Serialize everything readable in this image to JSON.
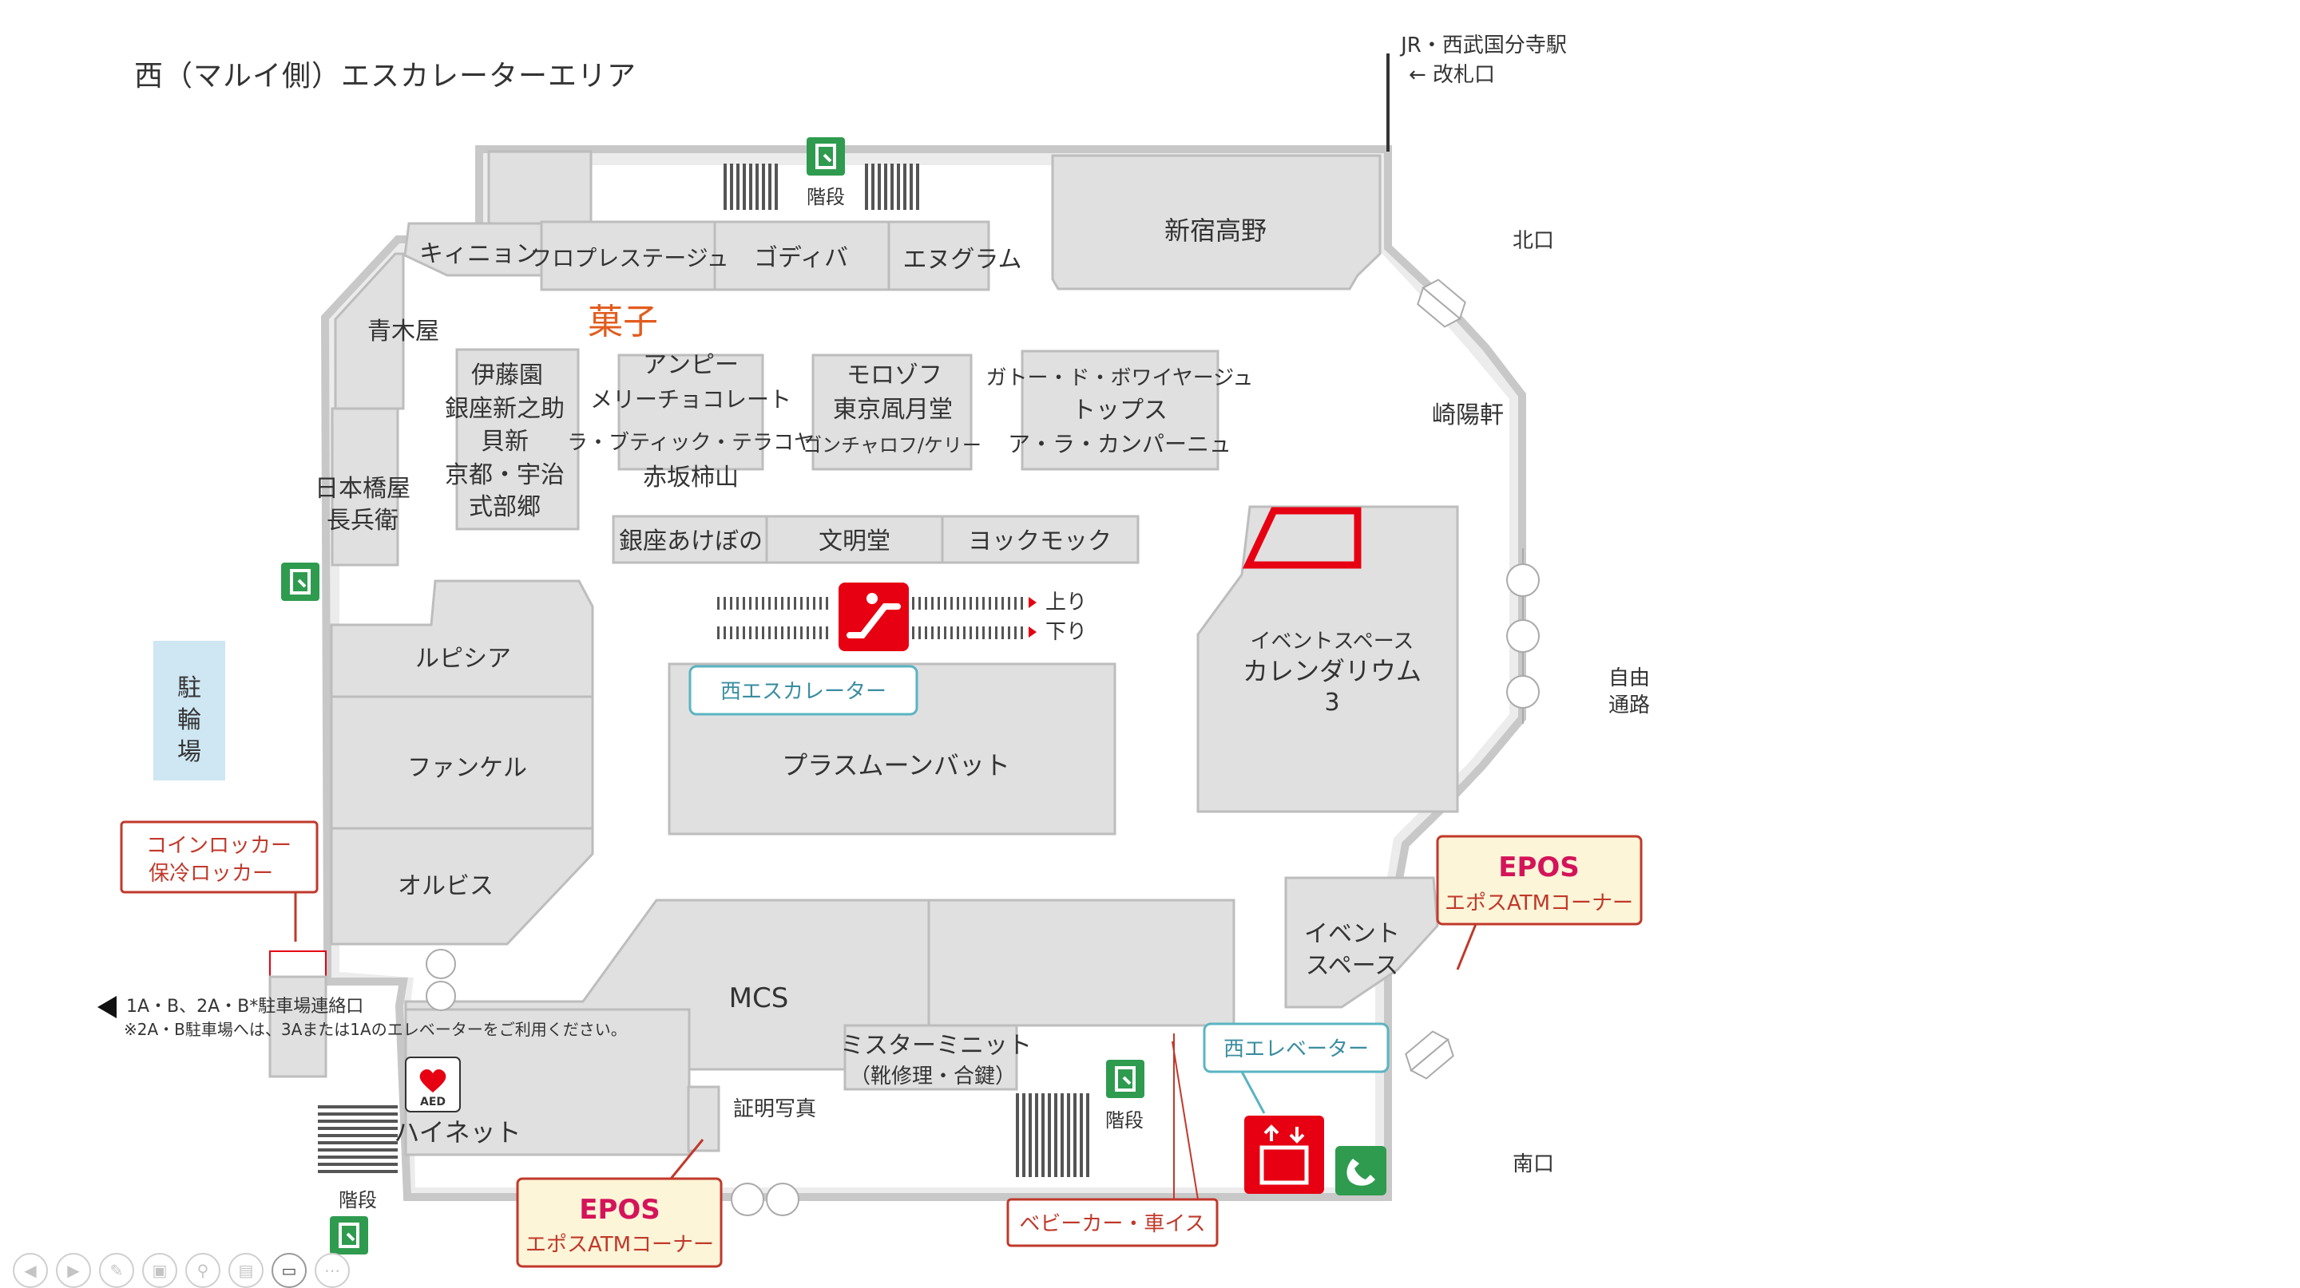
{
  "title": "西（マルイ側）エスカレーターエリア",
  "north_link": {
    "line1": "JR・西武国分寺駅",
    "line2": "← 改札口"
  },
  "exits": {
    "north": "北口",
    "south": "南口",
    "free_passage_1": "自由",
    "free_passage_2": "通路"
  },
  "category_label": "菓子",
  "stairs_label": "階段",
  "stores": {
    "kiinyon": "キィニョン",
    "flopre": "フロプレステージュ",
    "godiva": "ゴディバ",
    "enugram": "エヌグラム",
    "shinjuku_takano": "新宿高野",
    "aokiya": "青木屋",
    "itoen": [
      "伊藤園",
      "銀座新之助",
      "貝新",
      "京都・宇治",
      "式部郷"
    ],
    "ampi": [
      "アンピー",
      "メリーチョコレート",
      "ラ・ブティック・テラコヤ",
      "赤坂柿山"
    ],
    "morozoff": [
      "モロゾフ",
      "東京凮月堂",
      "ゴンチャロフ/ケリー"
    ],
    "gateau": [
      "ガトー・ド・ボワイヤージュ",
      "トップス",
      "ア・ラ・カンパーニュ"
    ],
    "kiyoken": "崎陽軒",
    "nihonbashi": [
      "日本橋屋",
      "長兵衛"
    ],
    "ginza_akebono": "銀座あけぼの",
    "bunmeido": "文明堂",
    "yoku_moku": "ヨックモック",
    "lupicia": "ルピシア",
    "fancl": "ファンケル",
    "orbis": "オルビス",
    "plusmoonbat": "プラスムーンバット",
    "event_calendar": [
      "イベントスペース",
      "カレンダリウム",
      "3"
    ],
    "event_space": [
      "イベント",
      "スペース"
    ],
    "mcs": "MCS",
    "mister_minit": [
      "ミスターミニット",
      "（靴修理・合鍵）"
    ],
    "photo": "証明写真",
    "hainet": "ハイネット",
    "aed": "AED"
  },
  "escalator": {
    "up": "上り",
    "down": "下り",
    "callout": "西エスカレーター"
  },
  "bicycle_parking": "駐輪場",
  "coin_locker": [
    "コインロッカー",
    "保冷ロッカー"
  ],
  "parking_note": {
    "line1": "1A・B、2A・B*駐車場連絡口",
    "line2": "※2A・B駐車場へは、3Aまたは1Aのエレベーターをご利用ください。"
  },
  "elevator_callout": "西エレベーター",
  "baby_car": "ベビーカー・車イス",
  "epos_logo": "EPOS",
  "epos_atm": "エポスATMコーナー",
  "colors": {
    "block": "#e0e0e0",
    "wall": "#c8c8c8",
    "accent_red": "#e60012",
    "exit_green": "#2e9b4f",
    "teal": "#5ab4c2",
    "epos_bg": "#fdf5d8",
    "bike": "#cfe6f3"
  },
  "toolbar_icons": [
    "prev-icon",
    "next-icon",
    "pen-icon",
    "slides-icon",
    "zoom-icon",
    "subtitle-icon",
    "camera-icon",
    "more-icon"
  ]
}
